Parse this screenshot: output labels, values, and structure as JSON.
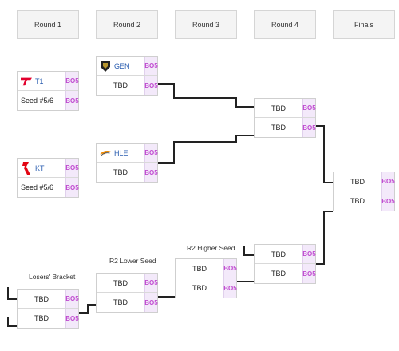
{
  "rounds": [
    "Round 1",
    "Round 2",
    "Round 3",
    "Round 4",
    "Finals"
  ],
  "format": "BO5",
  "r1": [
    {
      "top": "T1",
      "bottom": "Seed #5/6"
    },
    {
      "top": "KT",
      "bottom": "Seed #5/6"
    }
  ],
  "r2": [
    {
      "top": "GEN",
      "bottom": "TBD"
    },
    {
      "top": "HLE",
      "bottom": "TBD"
    }
  ],
  "r4_upper": {
    "top": "TBD",
    "bottom": "TBD"
  },
  "finals": {
    "top": "TBD",
    "bottom": "TBD"
  },
  "losers": {
    "label": "Losers' Bracket",
    "r1": {
      "top": "TBD",
      "bottom": "TBD"
    },
    "r2_label": "R2 Lower Seed",
    "r2": {
      "top": "TBD",
      "bottom": "TBD"
    },
    "r3_label": "R2 Higher Seed",
    "r3": {
      "top": "TBD",
      "bottom": "TBD"
    },
    "r4": {
      "top": "TBD",
      "bottom": "TBD"
    }
  },
  "colors": {
    "score_text": "#c04ad0",
    "score_bg": "#f3e9fa",
    "line": "#222222",
    "t1_red": "#e2012d",
    "kt_red": "#e30613"
  },
  "icons": {
    "t1": "t1-logo",
    "kt": "kt-logo",
    "gen": "gen-logo",
    "hle": "hle-logo"
  }
}
